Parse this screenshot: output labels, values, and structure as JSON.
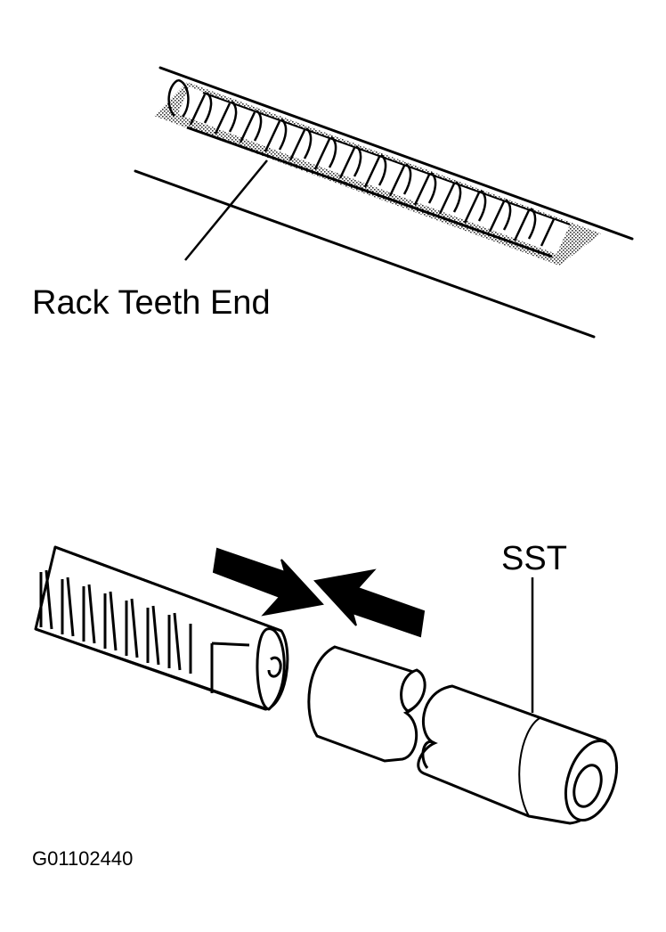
{
  "labels": {
    "rack_teeth_end": "Rack Teeth End",
    "sst": "SST",
    "figure_code": "G01102440"
  },
  "colors": {
    "ink": "#000000",
    "paper": "#ffffff",
    "stipple": "#8a8a8a"
  }
}
